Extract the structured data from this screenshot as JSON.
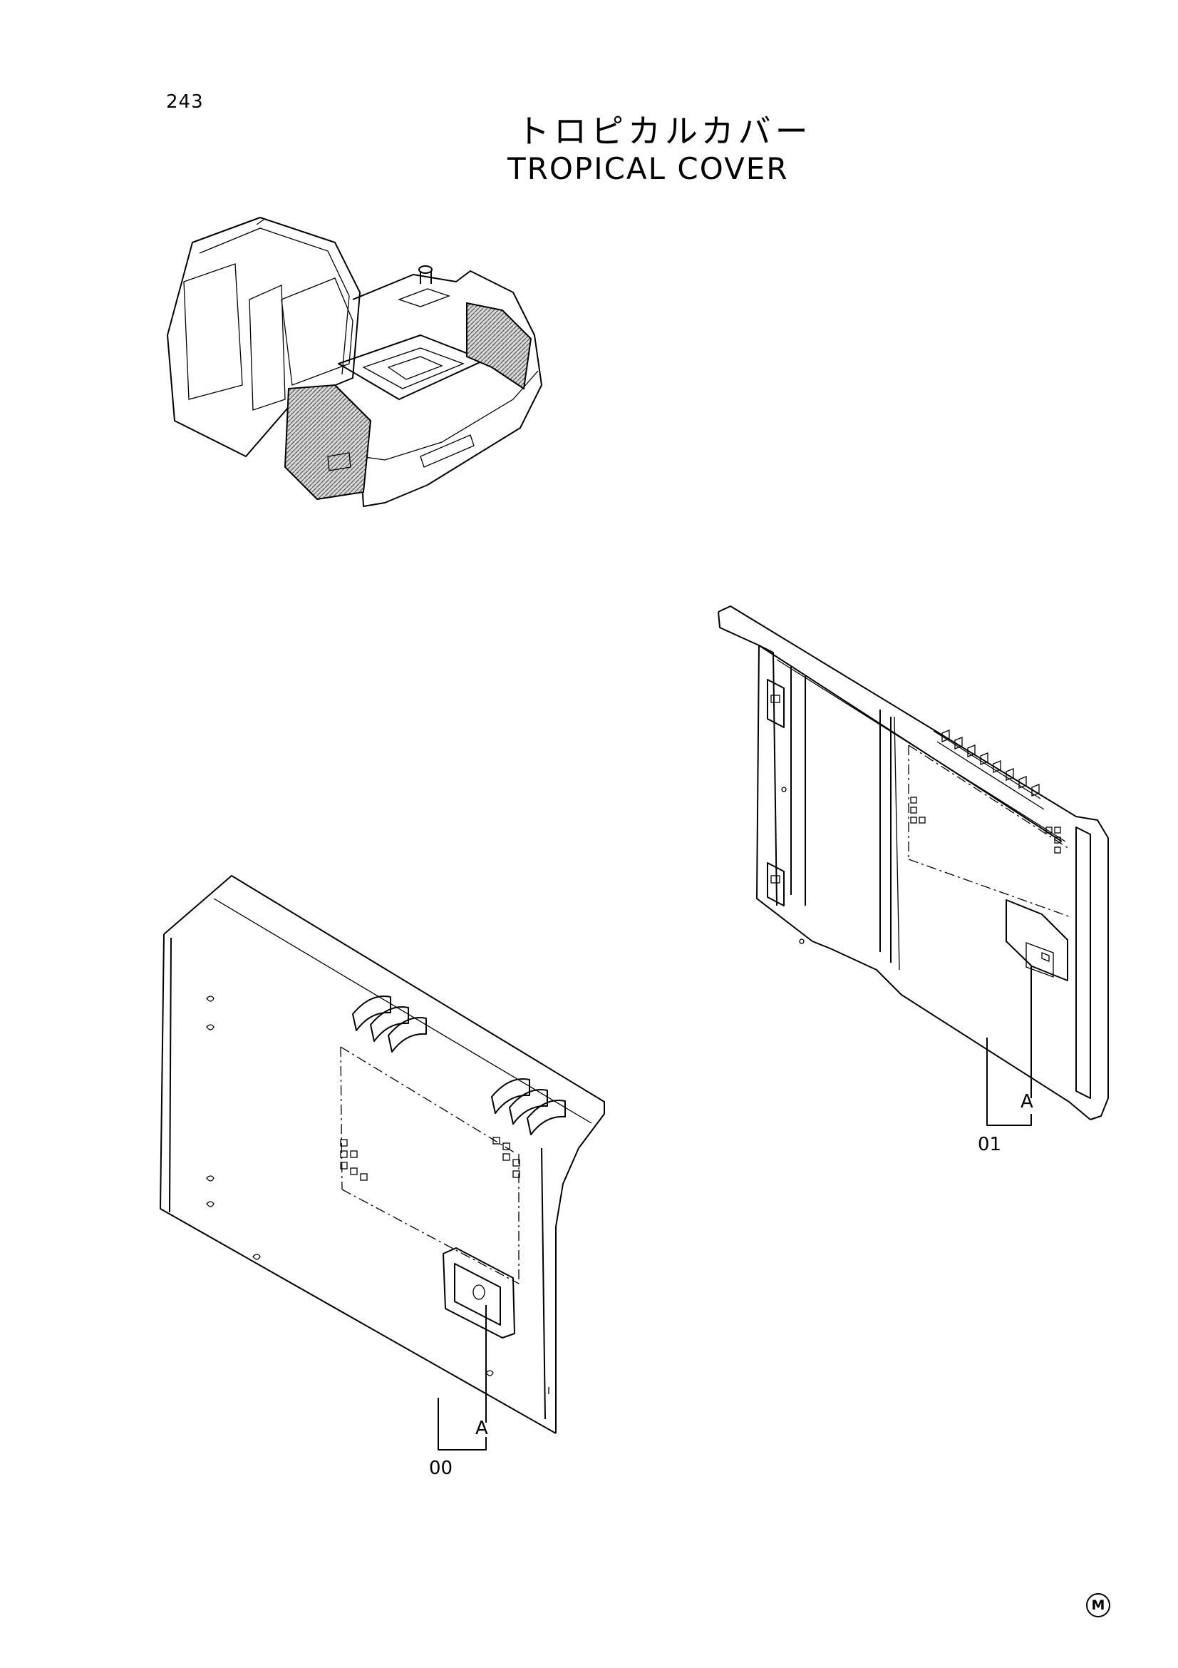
{
  "page": {
    "number": "243"
  },
  "title": {
    "japanese": "トロピカルカバー",
    "english": "TROPICAL COVER"
  },
  "callouts": {
    "left_panel": {
      "detail": "A",
      "part_no": "00"
    },
    "right_panel": {
      "detail": "A",
      "part_no": "01"
    }
  },
  "mark": "M"
}
